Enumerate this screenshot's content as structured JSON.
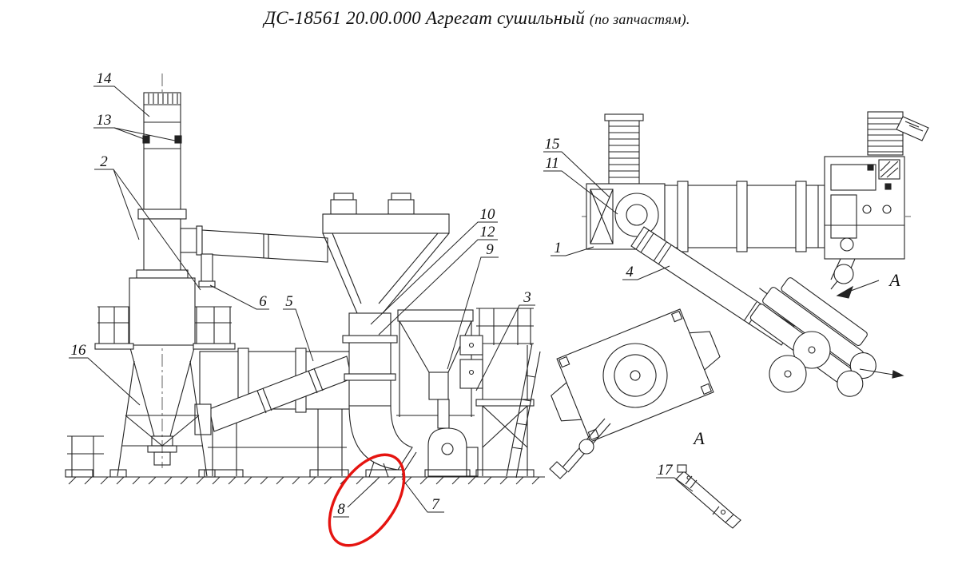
{
  "title": {
    "main": "ДС-18561 20.00.000  Агрегат сушильный",
    "suffix": "(по запчастям)."
  },
  "colors": {
    "line": "#222222",
    "highlight": "#e51410",
    "background": "#ffffff"
  },
  "left_view_callouts": {
    "c14": "14",
    "c13": "13",
    "c2": "2",
    "c16": "16",
    "c6": "6",
    "c5": "5",
    "c10": "10",
    "c12": "12",
    "c9": "9",
    "c3": "3",
    "c8": "8",
    "c7": "7"
  },
  "right_view_callouts": {
    "c15": "15",
    "c11": "11",
    "c1": "1",
    "c4": "4",
    "c17": "17"
  },
  "view_labels": {
    "arrow": "A",
    "detail": "A"
  }
}
